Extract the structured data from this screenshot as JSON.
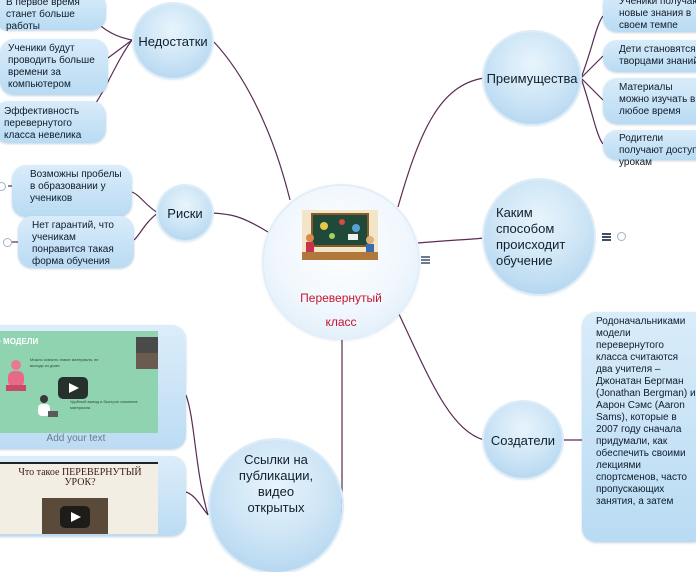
{
  "central": {
    "title_line1": "Перевернутый",
    "title_line2": "класс"
  },
  "branches": {
    "nedostatki": {
      "label": "Недостатки",
      "items": [
        "В первое время станет больше работы",
        "Ученики будут проводить больше времени за компьютером",
        "Эффективность перевернутого класса невелика"
      ]
    },
    "riski": {
      "label": "Риски",
      "items": [
        "Возможны пробелы в образовании у учеников",
        "Нет гарантий, что ученикам понравится такая форма обучения"
      ]
    },
    "links": {
      "label": "Ссылки на публикации, видео открытых"
    },
    "preimushchestva": {
      "label": "Преимущества",
      "items": [
        "Ученики получают новые знания в своем темпе",
        "Дети становятся творцами знаний",
        "Материалы можно изучать в любое время",
        "Родители получают доступ к урокам"
      ]
    },
    "kakim": {
      "label": "Каким способом происходит обучение"
    },
    "sozdateli": {
      "label": "Создатели",
      "text": "Родоначальниками модели перевернутого класса считаются два учителя – Джонатан Бергман (Jonathan Bergman) и Аарон Сэмс (Aaron Sams), которые в 2007 году сначала придумали, как обеспечить своими лекциями спортсменов, часто пропускающих занятия, а затем"
    }
  },
  "media": {
    "card1": {
      "slide_title": "• МОДЕЛИ",
      "slide_text1": "Можно освоить новое материала, не выходя из дома",
      "slide_text2": "Удобный вывод и быстрое освоение материала",
      "caption": "Add your text"
    },
    "card2": {
      "slide_title": "Что такое ПЕРЕВЕРНУТЫЙ УРОК?"
    }
  },
  "colors": {
    "connector": "#5a2c54",
    "title_red": "#c8142e",
    "bubble_blue": "#a9d0ee"
  }
}
